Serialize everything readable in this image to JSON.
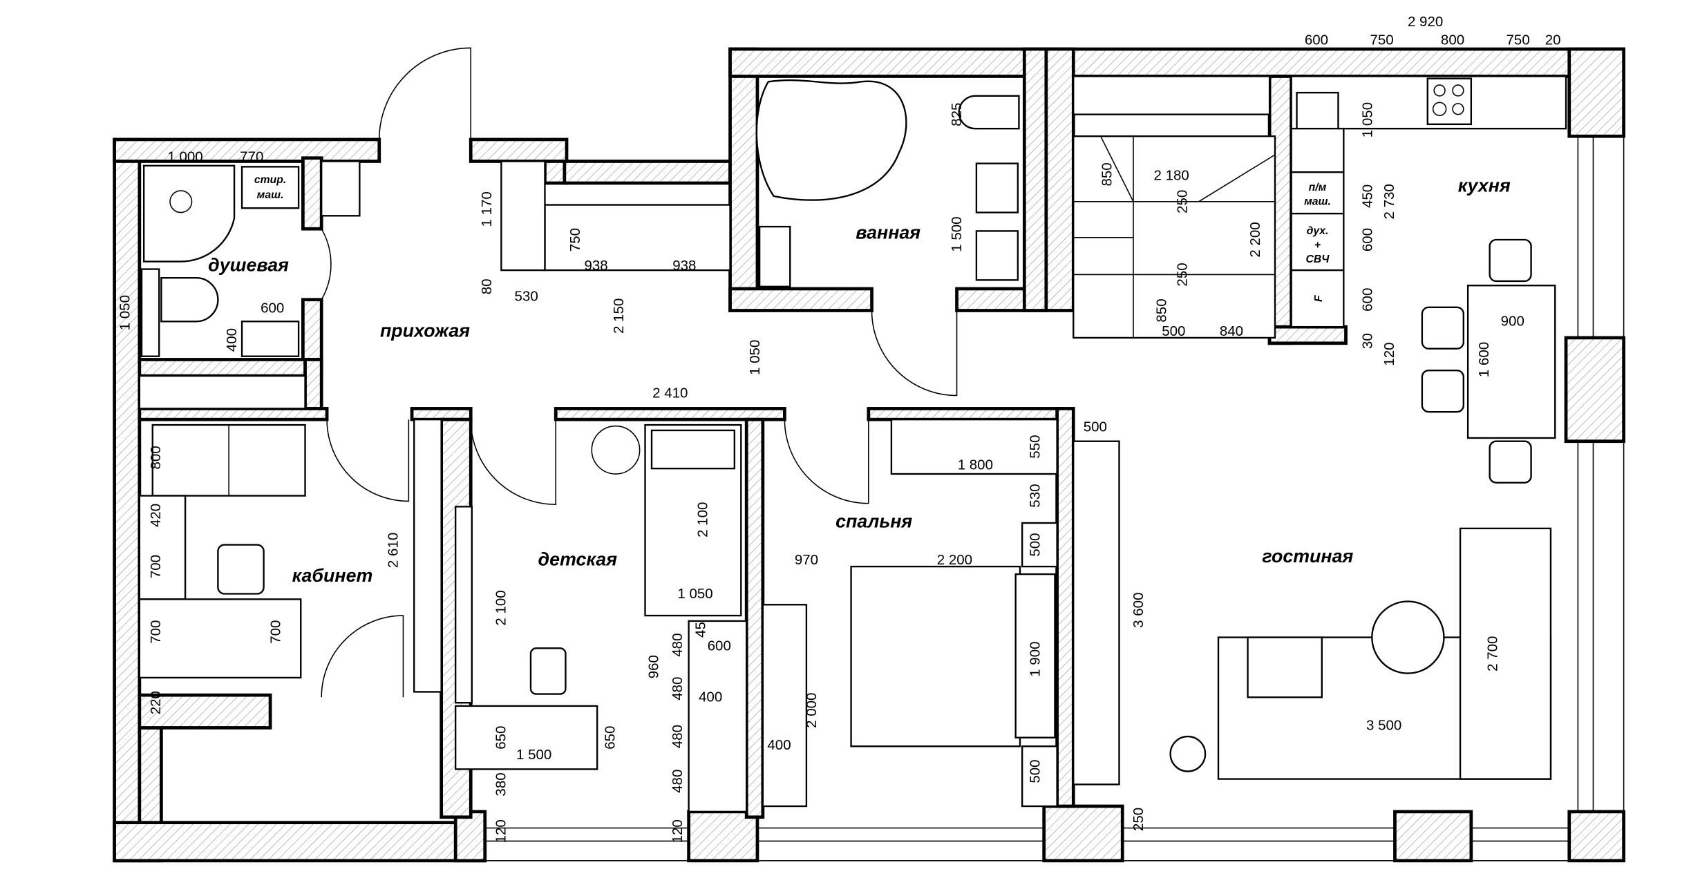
{
  "rooms": {
    "shower": "душевая",
    "hallway": "прихожая",
    "bathroom": "ванная",
    "kitchen": "кухня",
    "study": "кабинет",
    "nursery": "детская",
    "bedroom": "спальня",
    "living": "гостиная"
  },
  "appliances": {
    "washer_1": "стир.",
    "washer_2": "маш.",
    "dishwasher_1": "п/м",
    "dishwasher_2": "маш.",
    "oven_1": "дух.",
    "oven_2": "+",
    "oven_3": "СВЧ",
    "fridge": "F"
  },
  "dimensions": [
    "2 920",
    "600",
    "750",
    "800",
    "750",
    "20",
    "1 000",
    "770",
    "1 050",
    "600",
    "400",
    "1 170",
    "80",
    "530",
    "750",
    "938",
    "938",
    "2 150",
    "825",
    "1 500",
    "850",
    "2 180",
    "250",
    "2 200",
    "250",
    "850",
    "500",
    "840",
    "1 050",
    "450",
    "2 730",
    "600",
    "600",
    "30",
    "120",
    "900",
    "1 600",
    "1 050",
    "2 410",
    "800",
    "420",
    "700",
    "700",
    "700",
    "220",
    "2 610",
    "2 100",
    "1 050",
    "2 100",
    "45",
    "600",
    "960",
    "480",
    "480",
    "400",
    "480",
    "480",
    "650",
    "1 500",
    "650",
    "380",
    "120",
    "120",
    "500",
    "1 800",
    "550",
    "530",
    "970",
    "2 200",
    "500",
    "1 900",
    "2 000",
    "400",
    "500",
    "3 600",
    "250",
    "2 700",
    "3 500"
  ]
}
